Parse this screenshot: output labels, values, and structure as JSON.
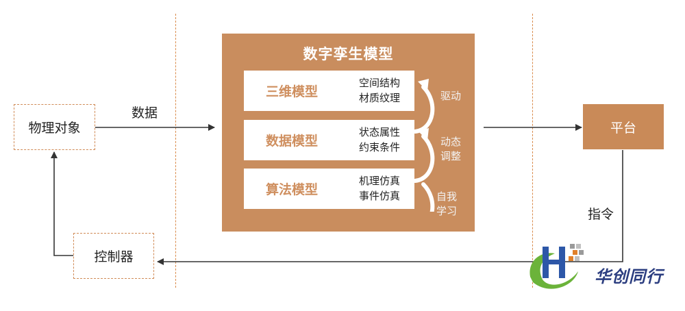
{
  "physical_object": "物理对象",
  "controller": "控制器",
  "data_label": "数据",
  "twin": {
    "title": "数字孪生模型",
    "models": [
      {
        "name": "三维模型",
        "desc": [
          "空间结构",
          "材质纹理"
        ]
      },
      {
        "name": "数据模型",
        "desc": [
          "状态属性",
          "约束条件"
        ]
      },
      {
        "name": "算法模型",
        "desc": [
          "机理仿真",
          "事件仿真"
        ]
      }
    ],
    "side_labels": {
      "drive": "驱动",
      "adjust": [
        "动态",
        "调整"
      ],
      "learn": [
        "自我",
        "学习"
      ]
    }
  },
  "platform": "平台",
  "command_label": "指令",
  "brand": "华创同行",
  "colors": {
    "twin_bg": "#c98d5e",
    "model_text": "#cf8f5f",
    "platform_bg": "#c98a58",
    "dash": "#d98a4a",
    "logo_green": "#6bb33a",
    "logo_blue": "#2d57a8"
  }
}
